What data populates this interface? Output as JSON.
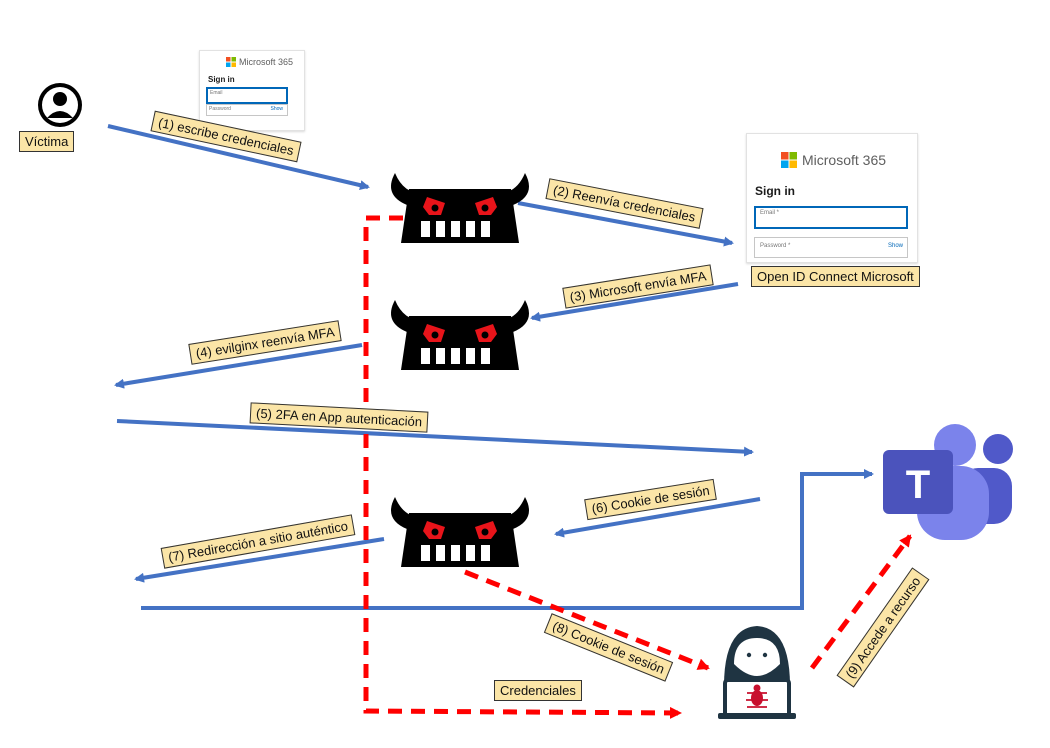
{
  "labels": {
    "victim": "Víctima",
    "step1": "(1) escribe credenciales",
    "step2": "(2) Reenvía credenciales",
    "step3": "(3) Microsoft envía MFA",
    "step4": "(4) evilginx reenvía MFA",
    "step5": "(5) 2FA en App autenticación",
    "step6": "(6) Cookie de sesión",
    "step7": "(7) Redirección a sitio auténtico",
    "step8": "(8) Cookie de sesión",
    "step9": "(9) Accede a recurso",
    "credentials": "Credenciales",
    "openid": "Open ID Connect Microsoft"
  },
  "login_small": {
    "brand": "Microsoft 365",
    "title": "Sign in",
    "email_placeholder": "Email",
    "password_placeholder": "Password",
    "show": "Show"
  },
  "login_large": {
    "brand": "Microsoft 365",
    "title": "Sign in",
    "email_placeholder": "Email *",
    "password_placeholder": "Password *",
    "show": "Show"
  },
  "teams_logo": "T",
  "colors": {
    "flow_arrow": "#4472c4",
    "attack_arrow": "#ff0000",
    "label_fill": "#fbe5a7",
    "demon": "#000000",
    "demon_eyes": "#e8141a",
    "teams_purple": "#5059c9",
    "teams_dark": "#4b53bc",
    "teams_light": "#7b83eb",
    "ms_red": "#f25022",
    "ms_green": "#7fba00",
    "ms_blue": "#00a4ef",
    "ms_yellow": "#ffb900",
    "hacker": "#1f3442"
  },
  "icons": [
    "user-icon",
    "demon-proxy-icon",
    "hacker-icon",
    "teams-icon",
    "microsoft-logo-icon",
    "bug-icon"
  ]
}
